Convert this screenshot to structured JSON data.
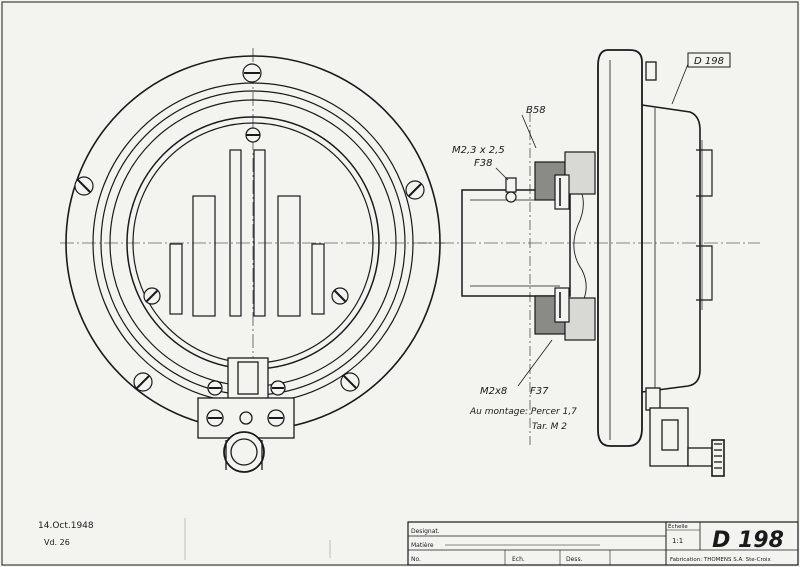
{
  "drawing": {
    "ref_box": "D 198",
    "label_b": "B58",
    "screw_top": "M2,3 x 2,5",
    "screw_top_part": "F38",
    "screw_bottom": "M2x8",
    "screw_bottom_part": "F37",
    "note_line1": "Au montage: Percer 1,7",
    "note_line2": "Tar. M 2"
  },
  "stamps": {
    "date": "14.Oct.1948",
    "initials": "Vd. 26"
  },
  "title_block": {
    "row1_label": "Designat.",
    "row2_label": "Matière",
    "row3_label": "No.",
    "row3_b": "Ech.",
    "row3_c": "Dess.",
    "scale_label": "Échelle",
    "scale_value": "1:1",
    "number": "D 198",
    "company": "Fabrication: THOMENS S.A. Ste-Croix"
  },
  "colors": {
    "ink": "#1a1a1a",
    "paper": "#f3f3f0"
  }
}
